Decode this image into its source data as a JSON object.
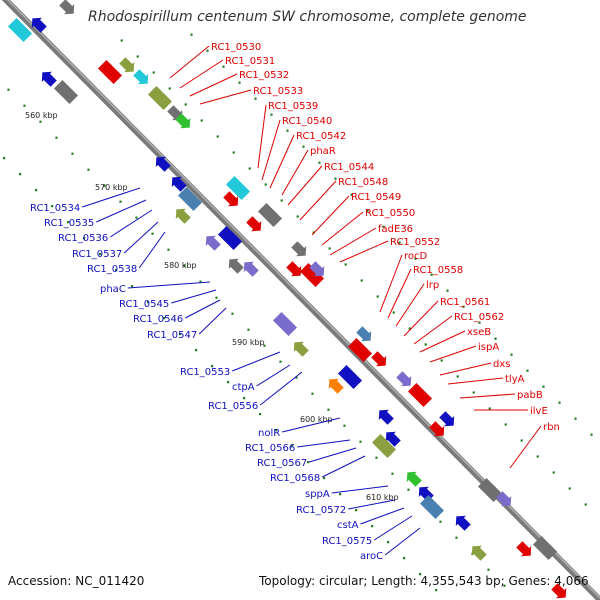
{
  "header": {
    "title": "Rhodospirillum centenum SW chromosome, complete genome"
  },
  "footer": {
    "accession": "Accession: NC_011420",
    "summary": "Topology: circular; Length: 4,355,543 bp; Genes: 4,066"
  },
  "scale_labels": [
    "560 kbp",
    "570 kbp",
    "580 kbp",
    "590 kbp",
    "600 kbp",
    "610 kbp"
  ],
  "forward_labels": [
    "RC1_0530",
    "RC1_0531",
    "RC1_0532",
    "RC1_0533",
    "RC1_0539",
    "RC1_0540",
    "RC1_0542",
    "phaR",
    "RC1_0544",
    "RC1_0548",
    "RC1_0549",
    "RC1_0550",
    "fadE36",
    "RC1_0552",
    "rocD",
    "RC1_0558",
    "lrp",
    "RC1_0561",
    "RC1_0562",
    "xseB",
    "ispA",
    "dxs",
    "tlyA",
    "pabB",
    "ilvE",
    "rbn"
  ],
  "reverse_labels": [
    "RC1_0534",
    "RC1_0535",
    "RC1_0536",
    "RC1_0537",
    "RC1_0538",
    "phaC",
    "RC1_0545",
    "RC1_0546",
    "RC1_0547",
    "RC1_0553",
    "ctpA",
    "RC1_0556",
    "nolR",
    "RC1_0566",
    "RC1_0567",
    "RC1_0568",
    "sppA",
    "RC1_0572",
    "cstA",
    "RC1_0575",
    "aroC"
  ],
  "colors": {
    "forward_genes": "#e00000",
    "reverse_genes": "#1010c0",
    "backbone": "#808080",
    "cog_purple": "#7a6ccc",
    "cog_olive": "#8aa040",
    "cog_cyan": "#20c8d8",
    "cog_green": "#30c030",
    "cog_gray": "#707070",
    "cog_orange": "#ff8000",
    "cog_steel": "#4a80b0",
    "tick": "#208020"
  },
  "icons": {
    "gene_arrow": "arrow-glyph"
  }
}
